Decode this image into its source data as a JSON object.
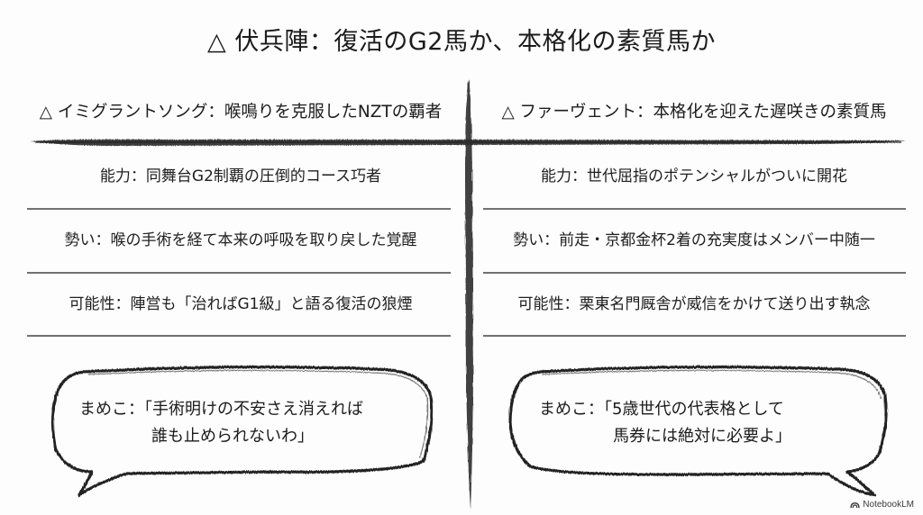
{
  "slide": {
    "title": "△ 伏兵陣：復活のG2馬か、本格化の素質馬か",
    "left": {
      "header": "△ イミグラントソング：喉鳴りを克服したNZTの覇者",
      "rows": [
        "能力：同舞台G2制覇の圧倒的コース巧者",
        "勢い：喉の手術を経て本来の呼吸を取り戻した覚醒",
        "可能性：陣営も「治ればG1級」と語る復活の狼煙"
      ],
      "bubble": {
        "line1": "まめこ：「手術明けの不安さえ消えれば",
        "line2": "誰も止められないわ」"
      }
    },
    "right": {
      "header": "△ ファーヴェント：本格化を迎えた遅咲きの素質馬",
      "rows": [
        "能力：世代屈指のポテンシャルがついに開花",
        "勢い：前走・京都金杯2着の充実度はメンバー中随一",
        "可能性：栗東名門厩舎が威信をかけて送り出す執念"
      ],
      "bubble": {
        "line1": "まめこ：「5歳世代の代表格として",
        "line2": "馬券には絶対に必要よ」"
      }
    },
    "watermark": "NotebookLM",
    "colors": {
      "ink": "#1b1b1b",
      "background": "#fdfdfd",
      "brush": "#2a2a2a"
    }
  }
}
